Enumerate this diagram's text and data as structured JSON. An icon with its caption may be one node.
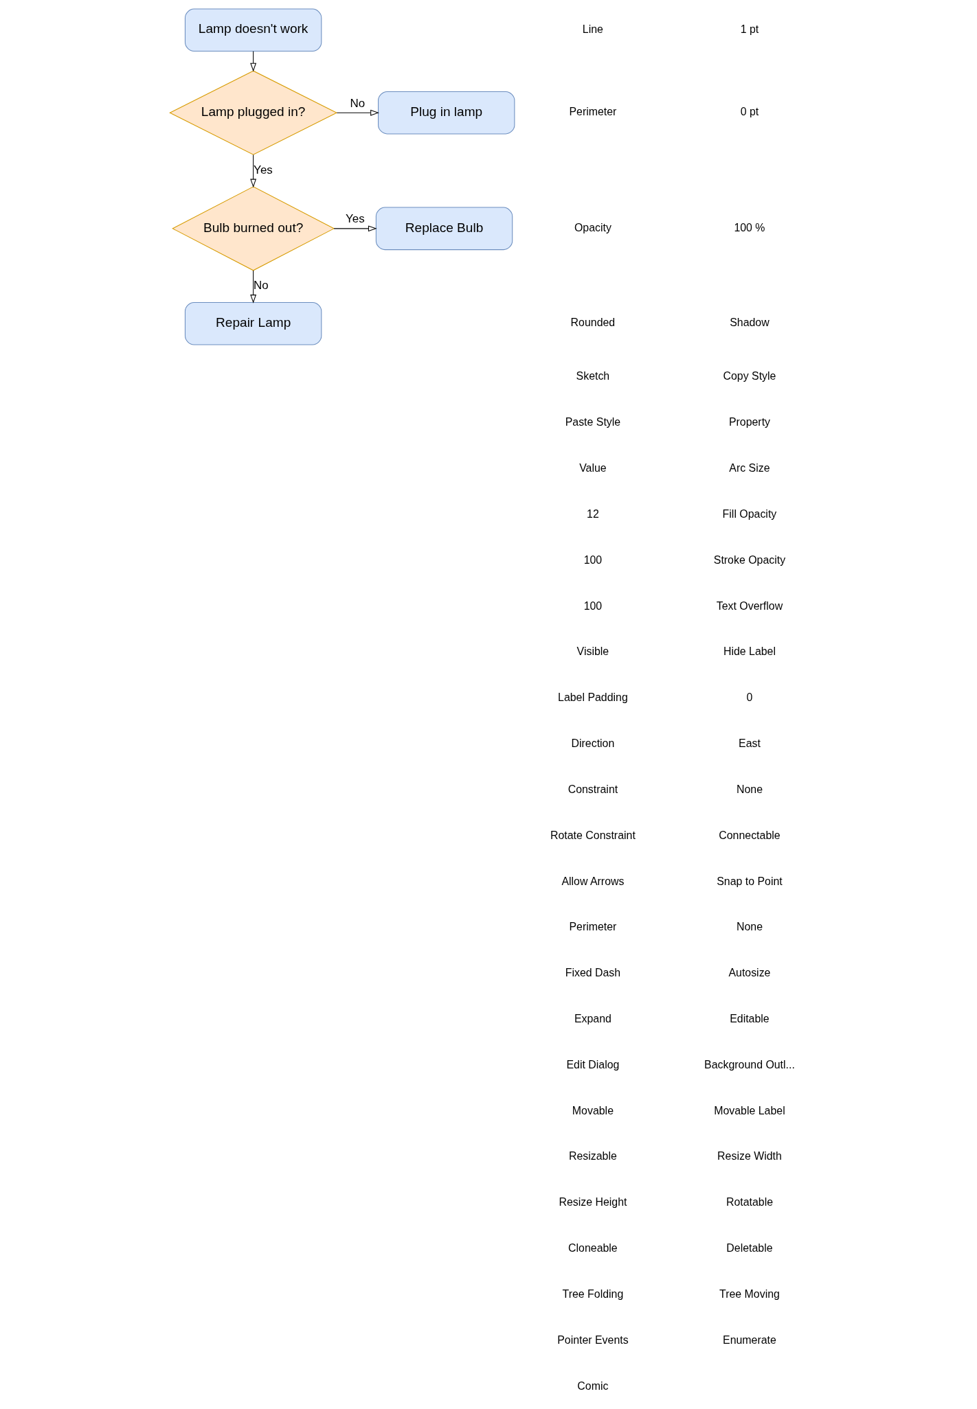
{
  "diagram": {
    "nodes": [
      {
        "text": [
          "Lamp doesn't work"
        ]
      },
      {
        "text": [
          "Lamp plugged in?"
        ]
      },
      {
        "text": [
          "Plug in lamp"
        ]
      },
      {
        "text": [
          "Bulb burned out?"
        ]
      },
      {
        "text": [
          "Replace Bulb"
        ]
      },
      {
        "text": [
          "Repair Lamp"
        ]
      }
    ],
    "edges": [
      {
        "from": 0,
        "to": 1,
        "arrow": "to"
      },
      {
        "from": 1,
        "to": 2,
        "label": "No",
        "arrow": "to"
      },
      {
        "from": 1,
        "to": 3,
        "label": "Yes",
        "arrow": "to"
      },
      {
        "from": 3,
        "to": 4,
        "label": "Yes",
        "arrow": "to"
      },
      {
        "from": 3,
        "to": 5,
        "label": "No",
        "arrow": "to"
      }
    ],
    "labels": [
      "Line",
      "1 pt",
      "Perimeter",
      "0 pt",
      "Opacity",
      "100 %",
      "Rounded",
      "Shadow",
      "Sketch",
      "Copy Style",
      "Paste Style",
      "Property",
      "Value",
      "Arc Size",
      "12",
      "Fill Opacity",
      "100",
      "Stroke Opacity",
      "100",
      "Text Overflow",
      "Visible",
      "Hide Label",
      "Label Padding",
      "0",
      "Direction",
      "East",
      "Constraint",
      "None",
      "Rotate Constraint",
      "Connectable",
      "Allow Arrows",
      "Snap to Point",
      "Perimeter",
      "None",
      "Fixed Dash",
      "Autosize",
      "Expand",
      "Editable",
      "Edit Dialog",
      "Background Outl...",
      "Movable",
      "Movable Label",
      "Resizable",
      "Resize Width",
      "Resize Height",
      "Rotatable",
      "Cloneable",
      "Deletable",
      "Tree Folding",
      "Tree Moving",
      "Pointer Events",
      "Enumerate",
      "Comic"
    ]
  }
}
